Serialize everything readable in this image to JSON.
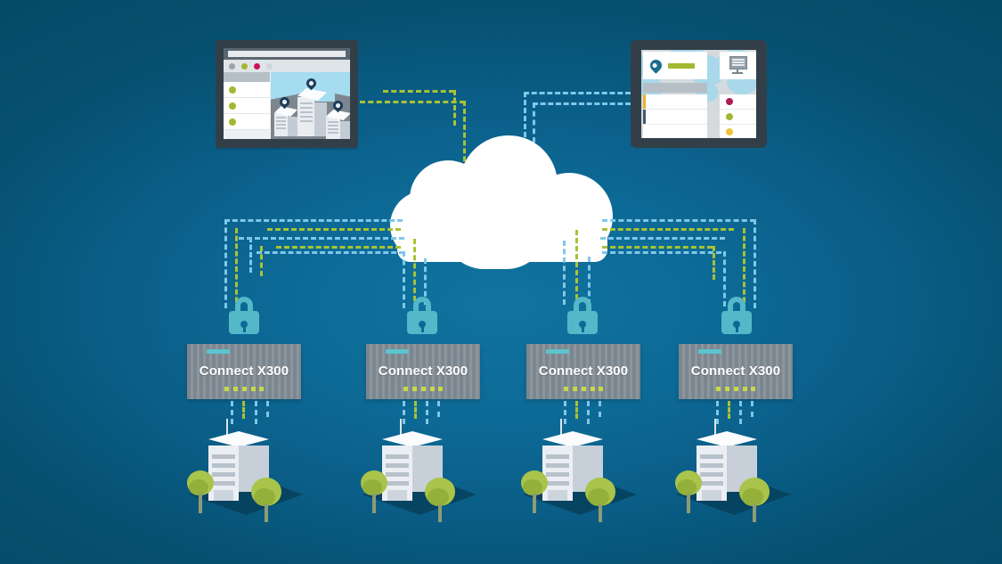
{
  "scene": {
    "title": "Cloud-managed network architecture diagram",
    "background": {
      "center_color": "#11739f",
      "edge_color": "#034a68"
    },
    "link_colors": {
      "blue": "#7ec8ea",
      "green": "#aac234"
    }
  },
  "cloud": {
    "name": "cloud",
    "color": "#ffffff"
  },
  "browser_window": {
    "frame_color": "#333f48",
    "titlebar_color": "#5a6670",
    "url_value": "",
    "dots": [
      {
        "color": "#9aa4ad"
      },
      {
        "color": "#a2b831"
      },
      {
        "color": "#c6105e"
      },
      {
        "color": "#dfe4e8"
      }
    ],
    "sidebar_rows": [
      {
        "dot": "#a2b831"
      },
      {
        "dot": "#a2b831"
      },
      {
        "dot": "#a2b831"
      }
    ],
    "map": {
      "sky_color": "#a6dcef",
      "ground_color": "#7d868e",
      "buildings": [
        {
          "label": "",
          "pin_color": "#1b3c5a"
        },
        {
          "label": "",
          "pin_color": "#1b3c5a"
        },
        {
          "label": "",
          "pin_color": "#1b3c5a"
        }
      ]
    }
  },
  "tablet": {
    "frame_color": "#333f48",
    "map_land_color": "#d4dade",
    "map_water_color": "#a8d8ea",
    "pin_card": {
      "pin_color": "#1a6e8e",
      "label_color": "#a2b831"
    },
    "server_card": {
      "icon": "server-monitor-icon"
    },
    "left_rows": [
      {
        "tick": "#e8b52a"
      },
      {
        "tick": "#3c5a73"
      },
      {
        "tick": "#ffffff"
      }
    ],
    "right_rows": [
      {
        "dot": "#b21a55"
      },
      {
        "dot": "#a2b831"
      },
      {
        "dot": "#edc238"
      }
    ]
  },
  "locks": [
    {
      "name": "lock-1",
      "color": "#55b8c8"
    },
    {
      "name": "lock-2",
      "color": "#55b8c8"
    },
    {
      "name": "lock-3",
      "color": "#55b8c8"
    },
    {
      "name": "lock-4",
      "color": "#55b8c8"
    }
  ],
  "devices": [
    {
      "label": "Connect X300",
      "indicator_color": "#5cc3cf",
      "led_color": "#c9d84a",
      "led_count": 5
    },
    {
      "label": "Connect X300",
      "indicator_color": "#5cc3cf",
      "led_color": "#c9d84a",
      "led_count": 5
    },
    {
      "label": "Connect X300",
      "indicator_color": "#5cc3cf",
      "led_color": "#c9d84a",
      "led_count": 5
    },
    {
      "label": "Connect X300",
      "indicator_color": "#5cc3cf",
      "led_color": "#c9d84a",
      "led_count": 5
    }
  ],
  "sites": [
    {
      "name": "site-1",
      "building_color": "#ebeff3",
      "tree_color": "#a9c44a"
    },
    {
      "name": "site-2",
      "building_color": "#ebeff3",
      "tree_color": "#a9c44a"
    },
    {
      "name": "site-3",
      "building_color": "#ebeff3",
      "tree_color": "#a9c44a"
    },
    {
      "name": "site-4",
      "building_color": "#ebeff3",
      "tree_color": "#a9c44a"
    }
  ]
}
